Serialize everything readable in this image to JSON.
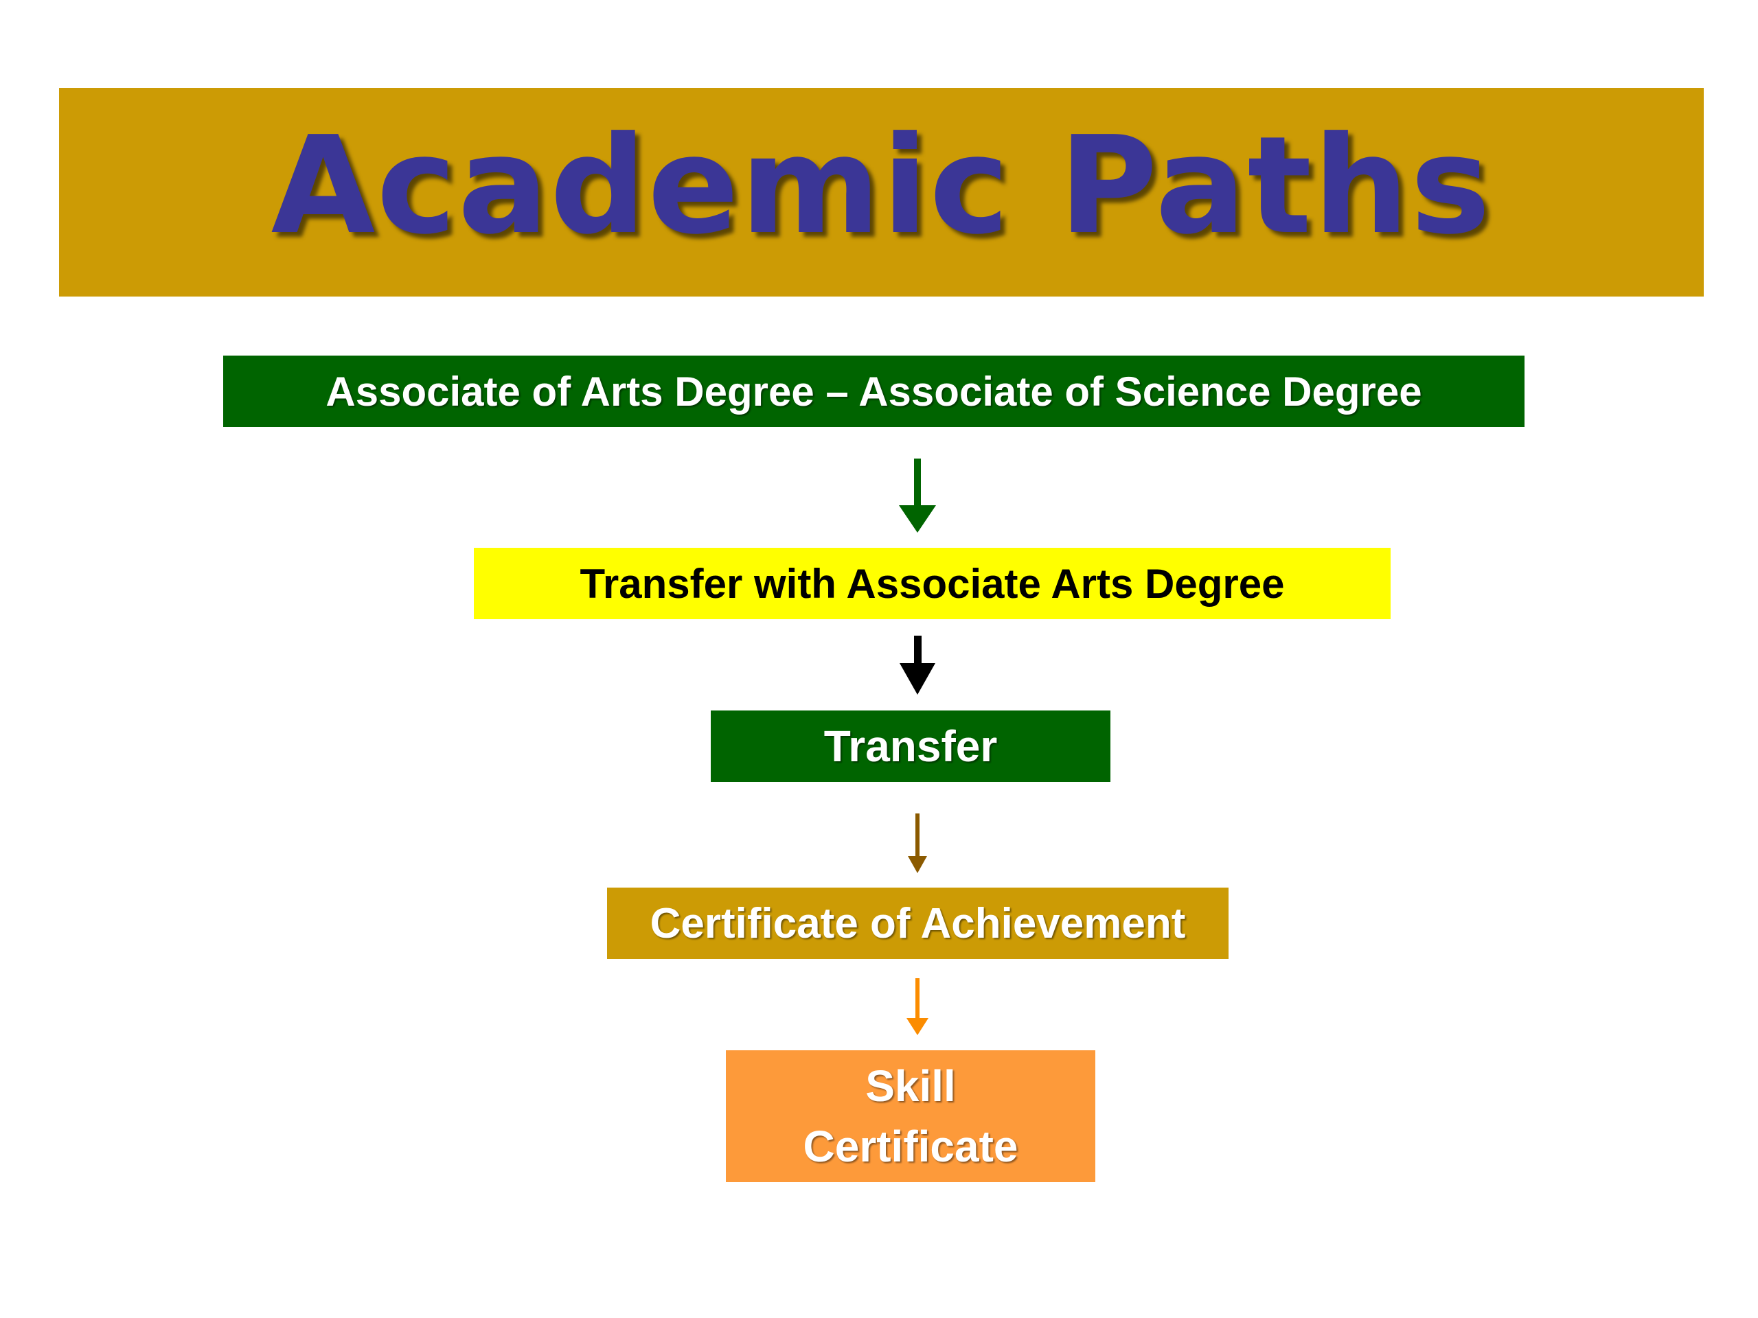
{
  "title": {
    "text": "Academic Paths",
    "text_color": "#3b3696",
    "banner_color": "#cc9b05"
  },
  "boxes": [
    {
      "key": "associate-degrees",
      "lines": [
        "Associate of Arts Degree – Associate of Science Degree"
      ],
      "bg": "#006400",
      "color": "#ffffff"
    },
    {
      "key": "transfer-aa",
      "lines": [
        "Transfer with Associate Arts Degree"
      ],
      "bg": "#ffff00",
      "color": "#000000"
    },
    {
      "key": "transfer",
      "lines": [
        "Transfer"
      ],
      "bg": "#006400",
      "color": "#ffffff"
    },
    {
      "key": "certificate-achievement",
      "lines": [
        "Certificate of Achievement"
      ],
      "bg": "#cc9b05",
      "color": "#ffffff"
    },
    {
      "key": "skill-certificate",
      "lines": [
        "Skill",
        "Certificate"
      ],
      "bg": "#fd9a3a",
      "color": "#ffffff"
    }
  ],
  "arrows": [
    {
      "name": "arrow-associate-to-transfer-aa",
      "color": "#006400"
    },
    {
      "name": "arrow-transfer-aa-to-transfer",
      "color": "#000000"
    },
    {
      "name": "arrow-transfer-to-certificate",
      "color": "#8b5a00"
    },
    {
      "name": "arrow-certificate-to-skill",
      "color": "#fb8c00"
    }
  ]
}
